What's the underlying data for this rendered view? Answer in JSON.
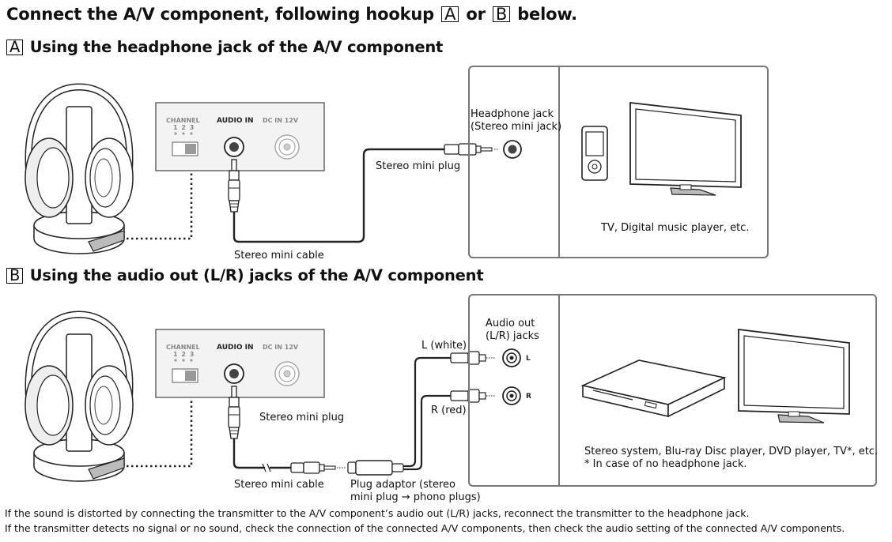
{
  "heading": {
    "prefix": "Connect the A/V component, following hookup",
    "letter_a": "A",
    "joiner": "or",
    "letter_b": "B",
    "suffix": "below."
  },
  "section_a": {
    "letter": "A",
    "title": "Using the headphone jack of the A/V component",
    "transmitter": {
      "channel_label": "CHANNEL",
      "channel_numbers": "1 2 3",
      "audio_in_label": "AUDIO IN",
      "dc_in_label": "DC IN 12V"
    },
    "jack_label_line1": "Headphone jack",
    "jack_label_line2": "(Stereo mini jack)",
    "plug_label": "Stereo mini plug",
    "cable_label": "Stereo mini cable",
    "devices_label": "TV, Digital music player, etc."
  },
  "section_b": {
    "letter": "B",
    "title": "Using the audio out (L/R) jacks of the A/V component",
    "transmitter": {
      "channel_label": "CHANNEL",
      "channel_numbers": "1 2 3",
      "audio_in_label": "AUDIO IN",
      "dc_in_label": "DC IN 12V"
    },
    "jack_label_line1": "Audio out",
    "jack_label_line2": "(L/R) jacks",
    "left_label": "L (white)",
    "right_label": "R (red)",
    "jack_l": "L",
    "jack_r": "R",
    "plug_label": "Stereo mini plug",
    "cable_label": "Stereo mini cable",
    "adaptor_line1": "Plug adaptor (stereo",
    "adaptor_line2": "mini plug → phono plugs)",
    "devices_line1": "Stereo system, Blu-ray Disc player, DVD player, TV*, etc.",
    "devices_line2": "* In case of no headphone jack."
  },
  "notes": [
    "If the sound is distorted by connecting the transmitter to the A/V component’s audio out (L/R) jacks, reconnect the transmitter to the headphone jack.",
    "If the transmitter detects no signal or no sound, check the connection of the connected A/V components, then check the audio setting of the connected A/V components."
  ]
}
